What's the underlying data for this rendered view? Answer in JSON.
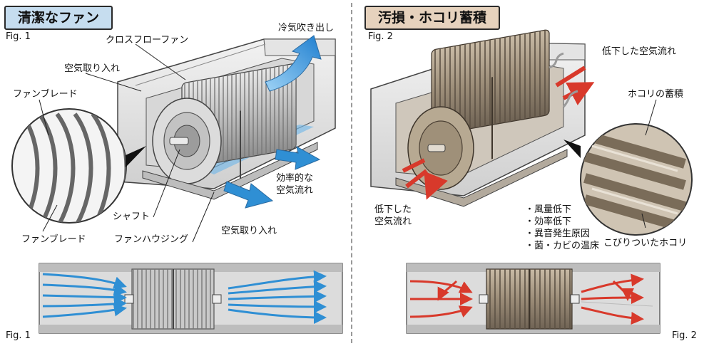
{
  "left_panel": {
    "title": "清潔なファン",
    "fig_top": "Fig. 1",
    "fig_bottom": "Fig. 1",
    "labels": {
      "cross_flow_fan": "クロスフローファン",
      "cold_air_out": "冷気吹き出し",
      "air_intake_top": "空気取り入れ",
      "fan_blade_top": "ファンブレード",
      "efficient_airflow_1": "効率的な",
      "efficient_airflow_2": "空気流れ",
      "shaft": "シャフト",
      "fan_blade_bottom": "ファンブレード",
      "fan_housing": "ファンハウジング",
      "air_intake_bottom": "空気取り入れ"
    }
  },
  "right_panel": {
    "title": "汚損・ホコリ蓄積",
    "fig_top": "Fig. 2",
    "fig_bottom": "Fig. 2",
    "labels": {
      "reduced_airflow_top": "低下した空気流れ",
      "dust_buildup": "ホコリの蓄積",
      "reduced_airflow_left_1": "低下した",
      "reduced_airflow_left_2": "空気流れ",
      "stuck_dust": "こびりついたホコリ"
    },
    "effects": [
      "・風量低下",
      "・効率低下",
      "・異音発生原因",
      "・菌・カビの温床"
    ]
  },
  "colors": {
    "clean_title_bg": "#c6ddef",
    "dirty_title_bg": "#e6d2bd",
    "clean_airflow": "#2f8fd4",
    "dirty_airflow": "#d8392b",
    "dust": "#8a7a66"
  }
}
